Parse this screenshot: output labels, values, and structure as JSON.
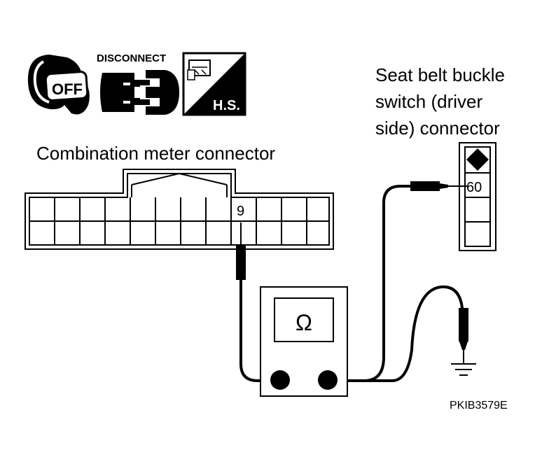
{
  "icons": {
    "key_off_label": "OFF",
    "disconnect_label": "DISCONNECT",
    "harness_label": "H.S."
  },
  "labels": {
    "combination_meter_connector": "Combination meter connector",
    "seat_belt_line1": "Seat belt buckle",
    "seat_belt_line2": "switch (driver",
    "seat_belt_line3": "side) connector",
    "meter_terminal": "9",
    "switch_terminal": "60",
    "ohm_symbol": "Ω",
    "figure_code": "PKIB3579E"
  },
  "colors": {
    "line": "#000000",
    "background": "#ffffff"
  }
}
